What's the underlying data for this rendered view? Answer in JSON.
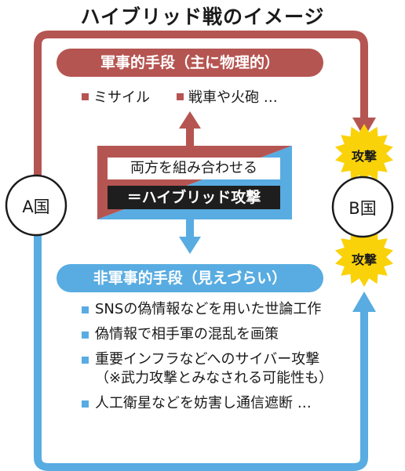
{
  "title": "ハイブリッド戦のイメージ",
  "military": {
    "header": "軍事的手段（主に物理的）",
    "items": [
      "ミサイル",
      "戦車や火砲 …"
    ]
  },
  "center": {
    "line1": "両方を組み合わせる",
    "line2": "＝ハイブリッド攻撃"
  },
  "country_a": "A国",
  "country_b": "B国",
  "attack_top": "攻撃",
  "attack_bottom": "攻撃",
  "non_military": {
    "header": "非軍事的手段（見えづらい）",
    "items": [
      "SNSの偽情報などを用いた世論工作",
      "偽情報で相手軍の混乱を画策",
      "重要インフラなどへのサイバー攻撃（※武力攻撃とみなされる可能性も）",
      "人工衛星などを妨害し通信遮断 …"
    ]
  },
  "colors": {
    "military": "#b55552",
    "non_military": "#58ace1",
    "burst": "#fad20a"
  }
}
